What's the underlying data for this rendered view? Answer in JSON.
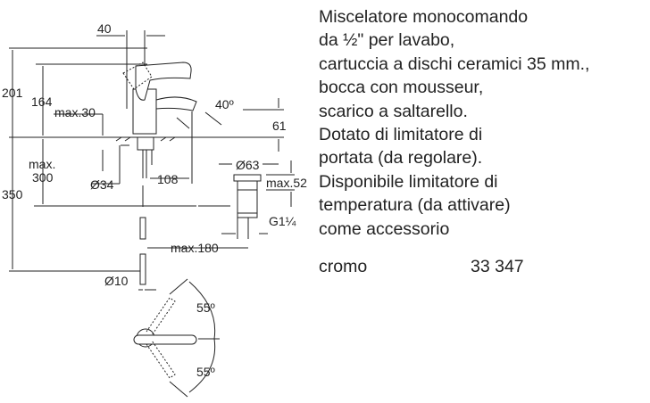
{
  "description": {
    "lines": [
      "Miscelatore monocomando",
      "da ½\" per lavabo,",
      "cartuccia a dischi ceramici 35 mm.,",
      "bocca con mousseur,",
      "scarico a saltarello.",
      "Dotato di limitatore di",
      "portata (da regolare).",
      "Disponibile limitatore di",
      "temperatura (da attivare)",
      "come accessorio"
    ],
    "finish": "cromo",
    "code": "33 347"
  },
  "dimensions": {
    "d40": "40",
    "d201": "201",
    "d164": "164",
    "max30": "max.30",
    "angle40": "40º",
    "d61": "61",
    "max300_a": "max.",
    "max300_b": "300",
    "d350": "350",
    "d34": "Ø34",
    "d108": "108",
    "d63": "Ø63",
    "max52": "max.52",
    "g114": "G1¼",
    "max180": "max.180",
    "d10": "Ø10",
    "angle55_top": "55º",
    "angle55_bottom": "55º"
  }
}
